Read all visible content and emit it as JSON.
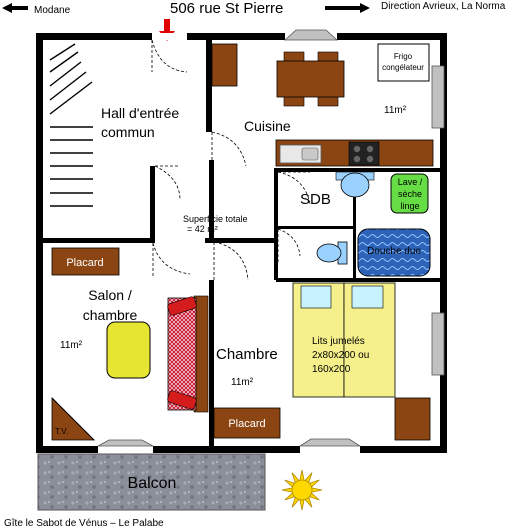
{
  "header": {
    "left_direction": "Modane",
    "address": "506 rue St Pierre",
    "right_direction": "Direction Avrieux, La Norma"
  },
  "rooms": {
    "hall": {
      "line1": "Hall d'entrée",
      "line2": "commun"
    },
    "kitchen": {
      "label": "Cuisine",
      "area": "11m²"
    },
    "fridge": {
      "line1": "Frigo",
      "line2": "congélateur"
    },
    "bathroom": {
      "label": "SDB"
    },
    "washer": {
      "line1": "Lave /",
      "line2": "sèche",
      "line3": "linge"
    },
    "shower": {
      "label": "Douche duo"
    },
    "total": {
      "line1": "Superficie totale",
      "line2": "= 42 m²"
    },
    "living": {
      "line1": "Salon /",
      "line2": "chambre",
      "area": "11m²",
      "closet": "Placard",
      "tv": "T.V."
    },
    "bedroom": {
      "label": "Chambre",
      "area": "11m²",
      "closet": "Placard"
    },
    "beds": {
      "line1": "Lits jumelés",
      "line2": "2x80x200 ou",
      "line3": "160x200"
    },
    "balcony": {
      "label": "Balcon"
    }
  },
  "footer": {
    "caption": "Gîte le Sabot de Vénus – Le Palabe"
  },
  "colors": {
    "wall": "#000000",
    "furniture_brown": "#8b4513",
    "bed_yellow": "#f5f08c",
    "coffee_table": "#e6e632",
    "washer_green": "#66dd44",
    "shower_blue": "#2c63b8",
    "balcony_grey": "#8a8f9a",
    "window_grey": "#c0c0c0",
    "entry_arrow": "#e00000",
    "sun": "#ffd800"
  }
}
